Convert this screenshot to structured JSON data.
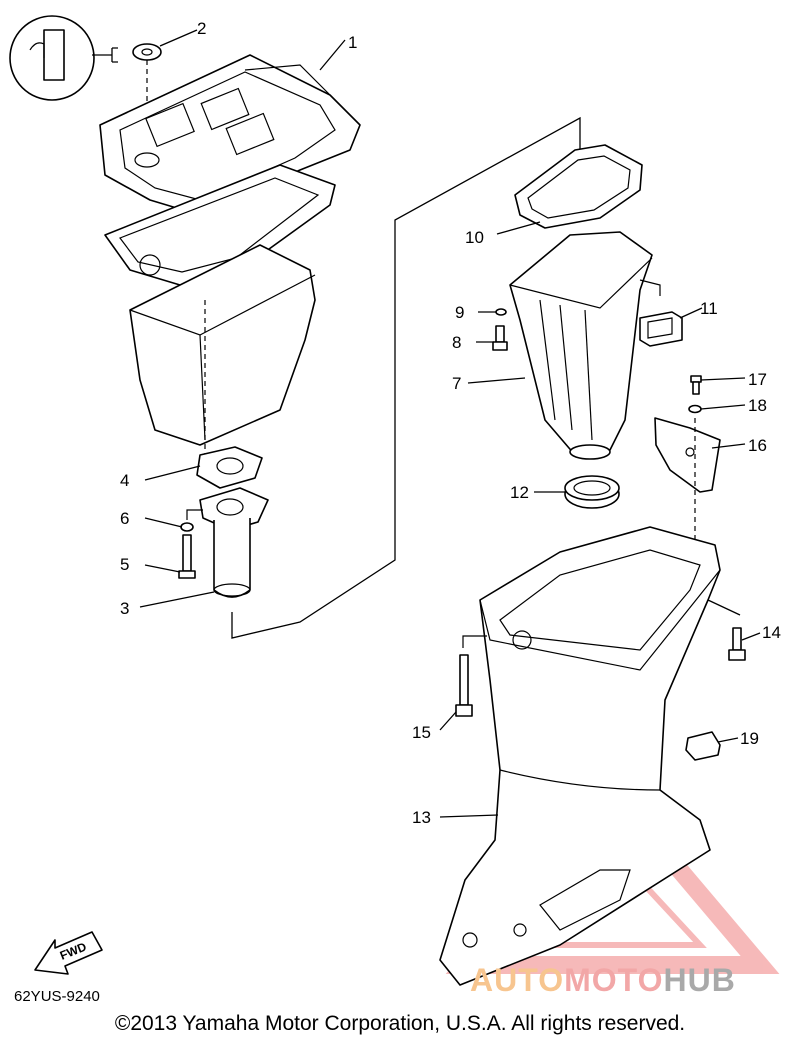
{
  "diagram": {
    "callouts": [
      "1",
      "2",
      "3",
      "4",
      "5",
      "6",
      "7",
      "8",
      "9",
      "10",
      "11",
      "12",
      "13",
      "14",
      "15",
      "16",
      "17",
      "18",
      "19"
    ],
    "fwd_label": "FWD",
    "diagram_code": "62YUS-9240"
  },
  "footer": {
    "copyright": "©2013 Yamaha Motor Corporation, U.S.A. All rights reserved."
  },
  "watermark": {
    "part1": "AUTO",
    "part2": "MOTO",
    "part3": "HUB",
    "colors": {
      "triangle": "#f08080",
      "auto": "#f7c58f",
      "moto": "#f2a7a7",
      "hub": "#a9a9a9"
    }
  }
}
